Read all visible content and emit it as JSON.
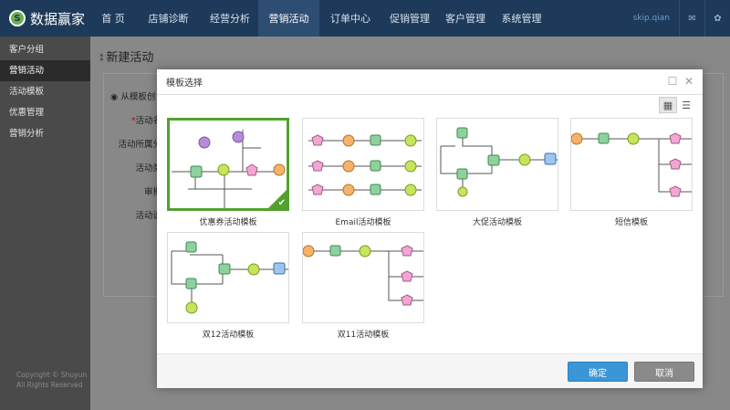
{
  "app": {
    "logo_glyph": "S",
    "name": "数据赢家"
  },
  "nav": [
    {
      "label": "首 页"
    },
    {
      "label": "店铺诊断"
    },
    {
      "label": "经营分析"
    },
    {
      "label": "营销活动"
    },
    {
      "label": "订单中心"
    },
    {
      "label": "促销管理"
    },
    {
      "label": "客户管理"
    },
    {
      "label": "系统管理"
    }
  ],
  "user": {
    "name": "skip.qian"
  },
  "sidebar": [
    {
      "label": "客户分组"
    },
    {
      "label": "营销活动"
    },
    {
      "label": "活动模板"
    },
    {
      "label": "优惠管理"
    },
    {
      "label": "营销分析"
    }
  ],
  "copyright": {
    "line1": "Copyright © Shuyun",
    "line2": "All Rights Reserved"
  },
  "page": {
    "title": "新建活动",
    "radio_label": "从模板创",
    "labels": [
      "活动名",
      "活动所属分",
      "活动类",
      "审批",
      "活动说"
    ]
  },
  "modal": {
    "title": "模板选择",
    "templates": [
      {
        "name": "优惠券活动模板",
        "selected": true
      },
      {
        "name": "Email活动模板",
        "selected": false
      },
      {
        "name": "大促活动模板",
        "selected": false
      },
      {
        "name": "短信模板",
        "selected": false
      },
      {
        "name": "双12活动模板",
        "selected": false
      },
      {
        "name": "双11活动模板",
        "selected": false
      }
    ],
    "ok_label": "确定",
    "cancel_label": "取消"
  },
  "colors": {
    "nav_bg": "#1e3a5a",
    "selected_border": "#52a12e",
    "ok_button": "#3b96d8",
    "cancel_button": "#8a8a8a"
  }
}
